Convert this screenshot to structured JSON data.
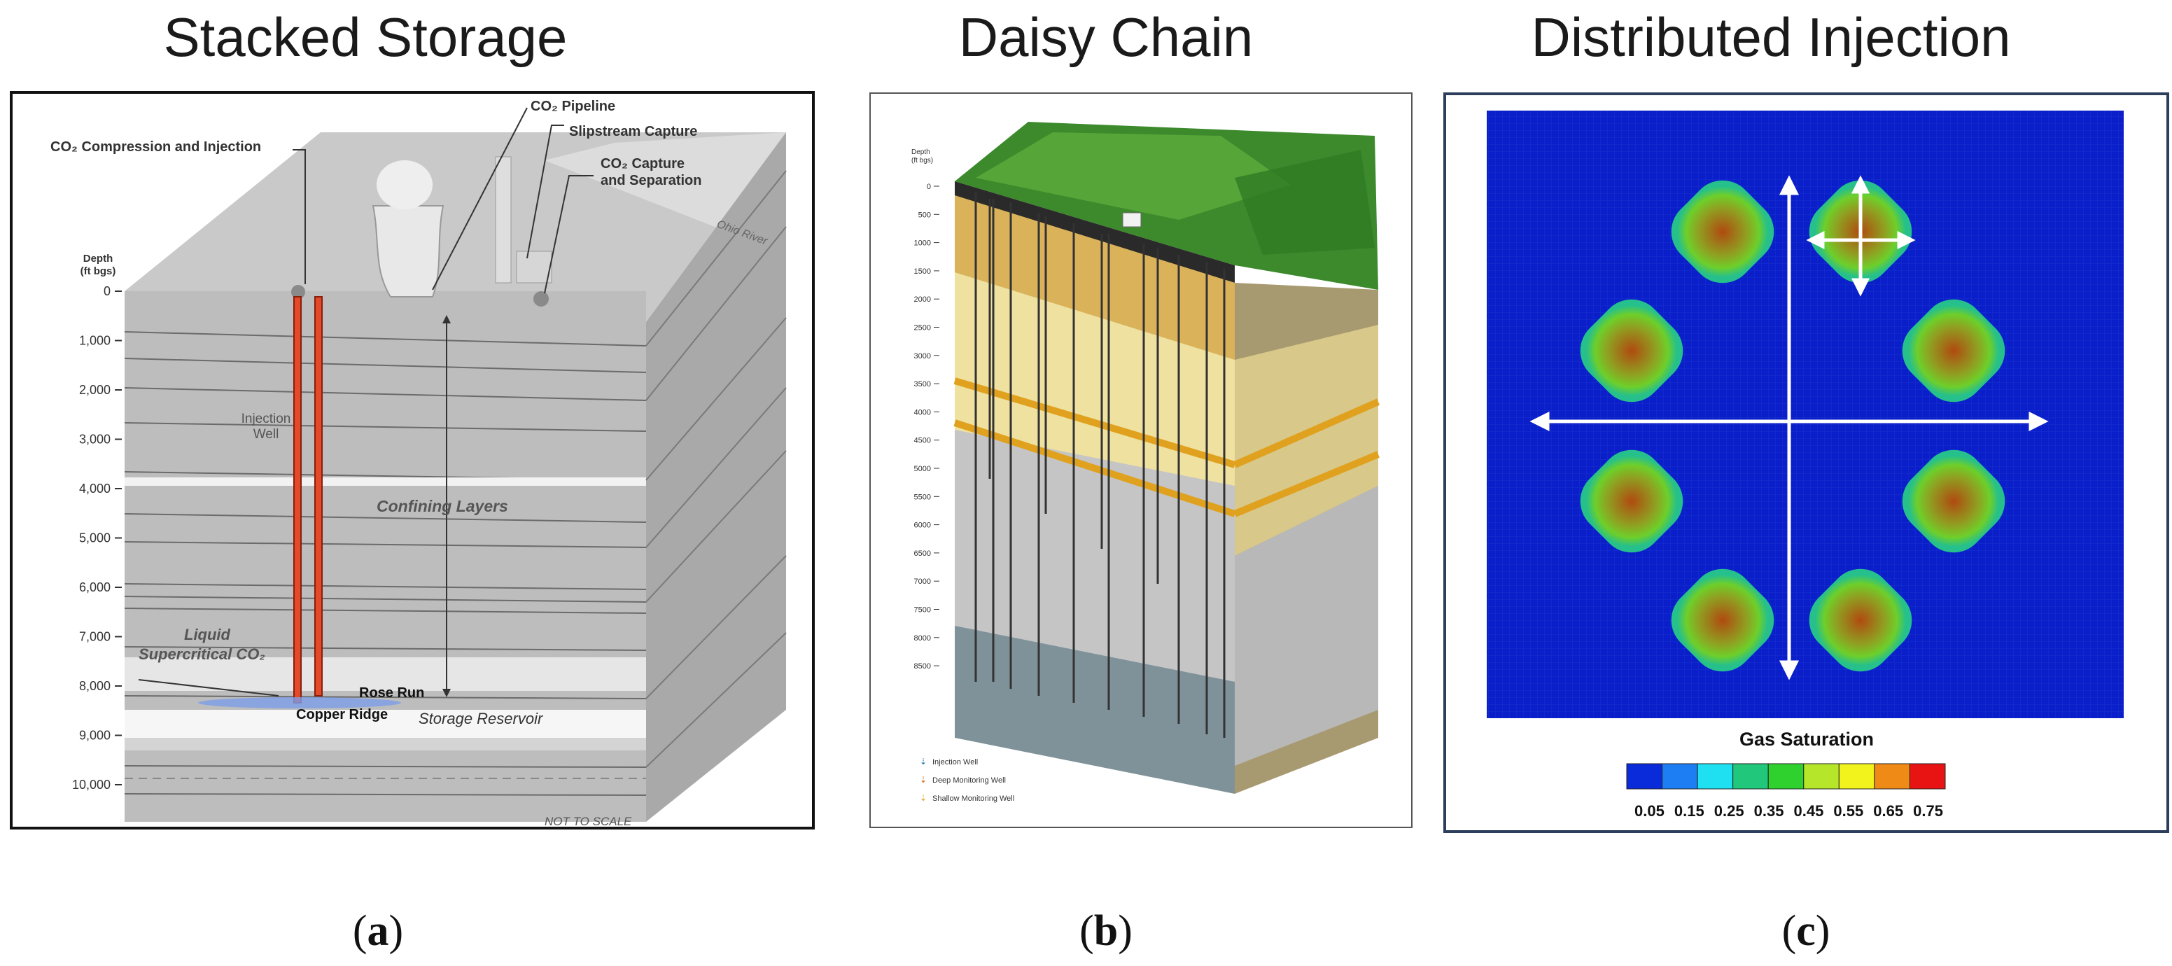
{
  "panels": {
    "a": {
      "title": "Stacked Storage",
      "caption_open": "(",
      "caption_letter": "a",
      "caption_close": ")",
      "depth_header_1": "Depth",
      "depth_header_2": "(ft bgs)",
      "depth_ticks": [
        "0",
        "1,000",
        "2,000",
        "3,000",
        "4,000",
        "5,000",
        "6,000",
        "7,000",
        "8,000",
        "9,000",
        "10,000"
      ],
      "labels": {
        "compression": "CO₂ Compression and Injection",
        "pipeline": "CO₂ Pipeline",
        "slipstream": "Slipstream Capture",
        "capture_1": "CO₂ Capture",
        "capture_2": "and Separation",
        "river": "Ohio River",
        "injection_well_1": "Injection",
        "injection_well_2": "Well",
        "confining": "Confining Layers",
        "liquid": "Liquid",
        "supercritical": "Supercritical CO₂",
        "rose_run": "Rose Run",
        "copper_ridge": "Copper Ridge",
        "storage_reservoir": "Storage Reservoir",
        "not_to_scale": "NOT TO SCALE"
      }
    },
    "b": {
      "title": "Daisy Chain",
      "caption_open": "(",
      "caption_letter": "b",
      "caption_close": ")",
      "depth_header_1": "Depth",
      "depth_header_2": "(ft bgs)",
      "depth_ticks": [
        "0",
        "500",
        "1000",
        "1500",
        "2000",
        "2500",
        "3000",
        "3500",
        "4000",
        "4500",
        "5000",
        "5500",
        "6000",
        "6500",
        "7000",
        "7500",
        "8000",
        "8500"
      ],
      "legend": [
        "Injection Well",
        "Deep Monitoring Well",
        "Shallow Monitoring Well"
      ]
    },
    "c": {
      "title": "Distributed Injection",
      "caption_open": "(",
      "caption_letter": "c",
      "caption_close": ")",
      "colorbar_title": "Gas Saturation",
      "colorbar_ticks": [
        "0.05",
        "0.15",
        "0.25",
        "0.35",
        "0.45",
        "0.55",
        "0.65",
        "0.75"
      ],
      "colorbar_colors": [
        "#0a2bd9",
        "#1c7ef2",
        "#1fe0f0",
        "#21c77a",
        "#2ed12e",
        "#b6e62a",
        "#f2f21c",
        "#f08a16",
        "#e81414"
      ]
    }
  }
}
